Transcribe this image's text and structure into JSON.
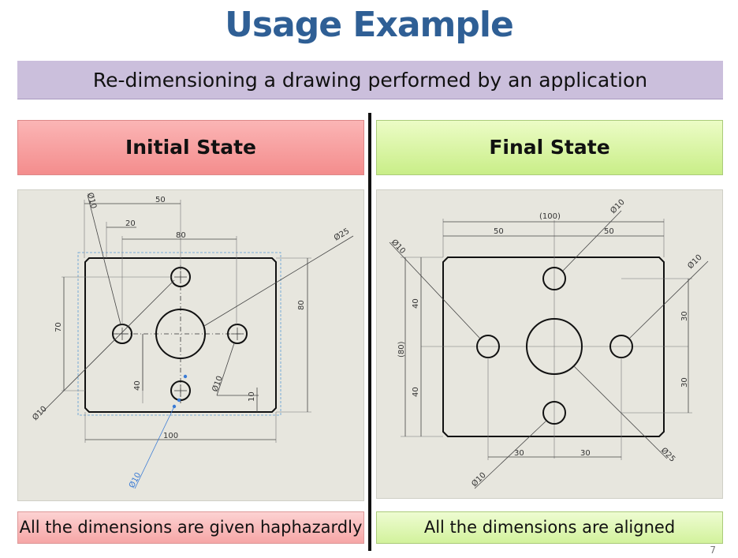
{
  "slide": {
    "title": "Usage Example",
    "subtitle": "Re-dimensioning a drawing performed by an application",
    "page_number": "7"
  },
  "initial": {
    "heading": "Initial State",
    "caption": "All the dimensions are given haphazardly",
    "dims": {
      "d50": "50",
      "d20": "20",
      "d80h": "80",
      "d80v": "80",
      "d70": "70",
      "d40": "40",
      "d100": "100",
      "d10v": "10",
      "dia25": "Ø25",
      "dia10a": "Ø10",
      "dia10b": "Ø10",
      "dia10c": "Ø10",
      "dia10d": "Ø10"
    }
  },
  "final": {
    "heading": "Final State",
    "caption": "All the dimensions are aligned",
    "dims": {
      "d100": "(100)",
      "d50a": "50",
      "d50b": "50",
      "d40a": "40",
      "d40b": "40",
      "d80": "(80)",
      "d30a": "30",
      "d30b": "30",
      "d30c": "30",
      "d30d": "30",
      "dia10a": "Ø10",
      "dia10b": "Ø10",
      "dia10c": "Ø10",
      "dia10d": "Ø10",
      "dia25": "Ø25"
    }
  },
  "colors": {
    "title": "#2f5f95",
    "subtitle_bg": "#cbbfdc",
    "initial_header": "#f48d8d",
    "final_header": "#c9ee88",
    "drawing_bg": "#e7e6de",
    "selection": "#3a7bd5"
  }
}
